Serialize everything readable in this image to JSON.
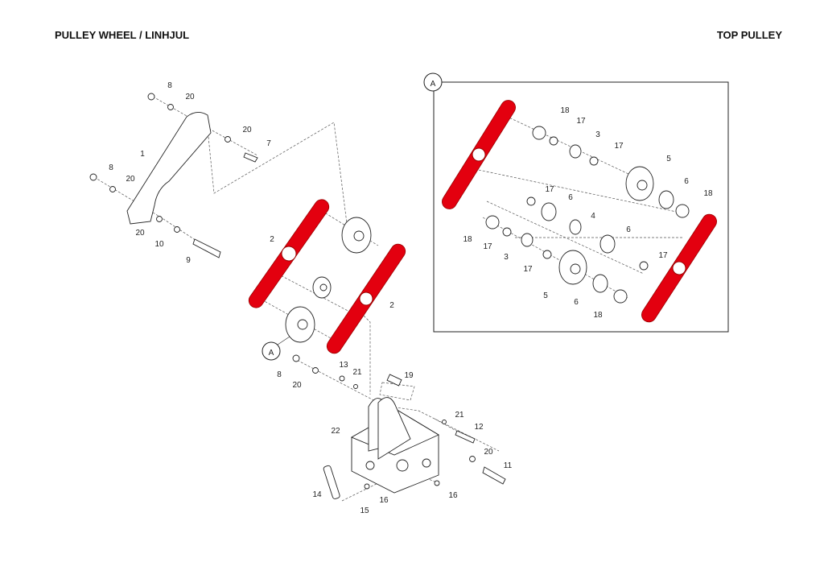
{
  "header": {
    "title_left": "PULLEY WHEEL / LINHJUL",
    "title_right": "TOP PULLEY"
  },
  "colors": {
    "highlight": "#e3000f",
    "line": "#222222"
  },
  "detail_marker": "A",
  "callouts_main": [
    "8",
    "20",
    "20",
    "7",
    "1",
    "8",
    "20",
    "20",
    "10",
    "9",
    "2",
    "2",
    "8",
    "20",
    "13",
    "21",
    "19",
    "21",
    "12",
    "22",
    "20",
    "11",
    "14",
    "16",
    "16",
    "15"
  ],
  "callouts_detail": [
    "18",
    "17",
    "3",
    "17",
    "5",
    "6",
    "18",
    "17",
    "6",
    "4",
    "6",
    "18",
    "17",
    "3",
    "17",
    "17",
    "5",
    "6",
    "18"
  ]
}
